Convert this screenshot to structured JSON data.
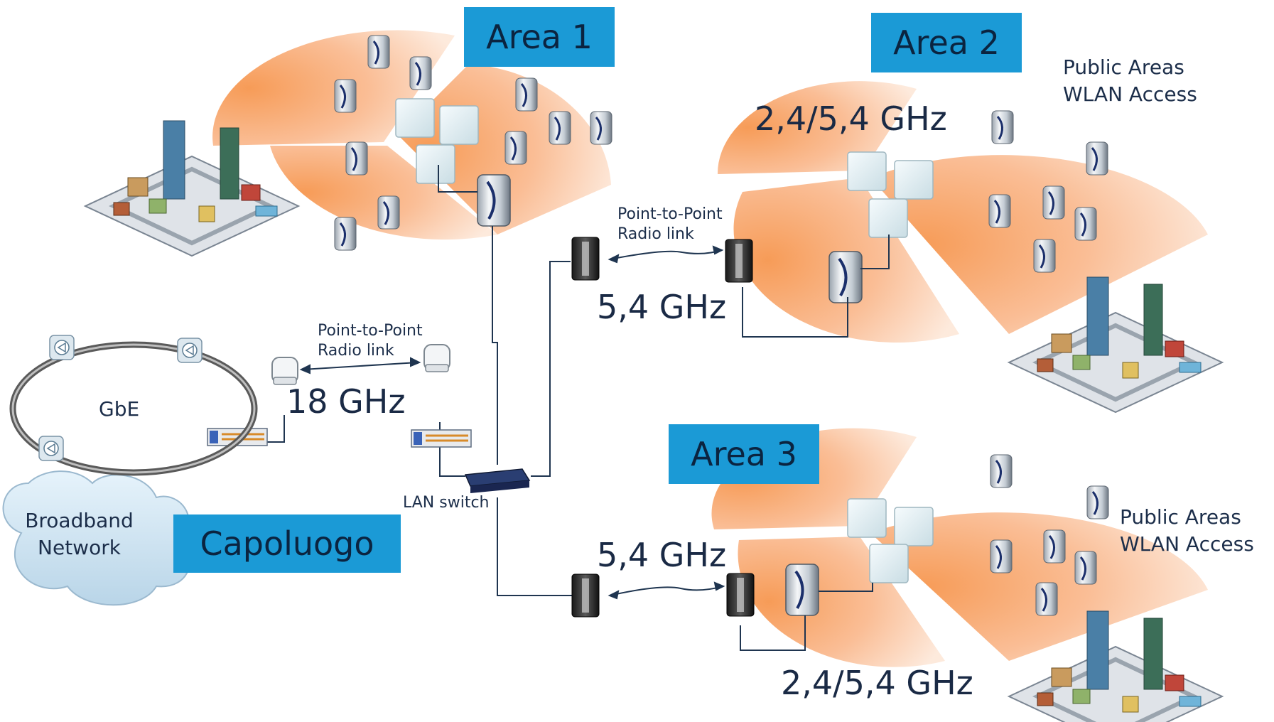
{
  "areas": {
    "area1": "Area 1",
    "area2": "Area 2",
    "area3": "Area 3",
    "capoluogo": "Capoluogo"
  },
  "frequencies": {
    "area2_wlan": "2,4/5,4 GHz",
    "area3_wlan": "2,4/5,4 GHz",
    "link_area2": "5,4 GHz",
    "link_area3": "5,4 GHz",
    "link_capoluogo": "18 GHz"
  },
  "links": {
    "ptp_capoluogo_line1": "Point-to-Point",
    "ptp_capoluogo_line2": "Radio link",
    "ptp_area2_line1": "Point-to-Point",
    "ptp_area2_line2": "Radio link"
  },
  "labels": {
    "lan_switch": "LAN switch",
    "ring": "GbE",
    "cloud_line1": "Broadband",
    "cloud_line2": "Network",
    "public_area2_line1": "Public Areas",
    "public_area2_line2": "WLAN Access",
    "public_area3_line1": "Public Areas",
    "public_area3_line2": "WLAN Access"
  },
  "colors": {
    "sector": "#f7a564",
    "area_box": "#1b9ad6",
    "wire": "#1f3550"
  }
}
